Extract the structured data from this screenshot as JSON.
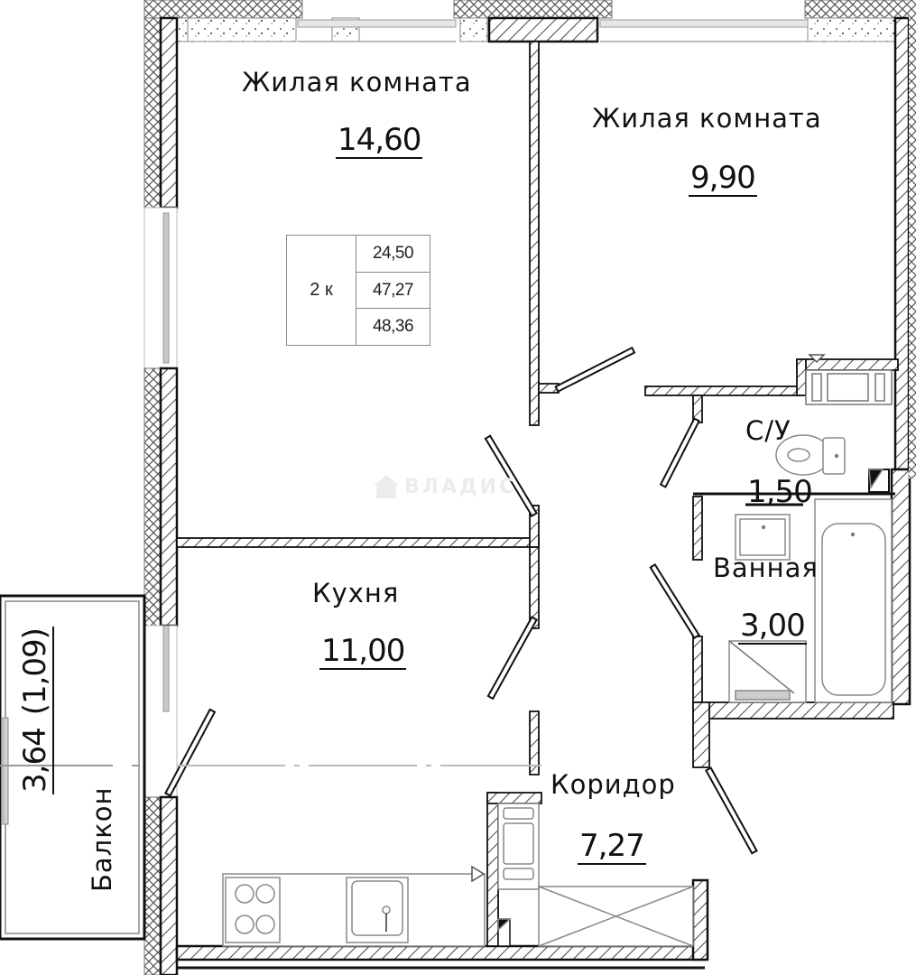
{
  "plan": {
    "rooms": [
      {
        "id": "living-1",
        "name": "Жилая комната",
        "area": "14,60"
      },
      {
        "id": "living-2",
        "name": "Жилая комната",
        "area": "9,90"
      },
      {
        "id": "kitchen",
        "name": "Кухня",
        "area": "11,00"
      },
      {
        "id": "toilet",
        "name": "С/У",
        "area": "1,50"
      },
      {
        "id": "bath",
        "name": "Ванная",
        "area": "3,00"
      },
      {
        "id": "corridor",
        "name": "Коридор",
        "area": "7,27"
      },
      {
        "id": "balcony",
        "name": "Балкон",
        "area": "3,64",
        "area_coef": "(1,09)"
      }
    ],
    "summary": {
      "type": "2 к",
      "living_area": "24,50",
      "total_area": "47,27",
      "total_with_balcony": "48,36"
    },
    "watermark": "ВЛАДИС",
    "colors": {
      "line": "#111111",
      "hatch": "#555555",
      "fixture": "#8a8a8a",
      "glass": "#bdbdbd"
    }
  }
}
